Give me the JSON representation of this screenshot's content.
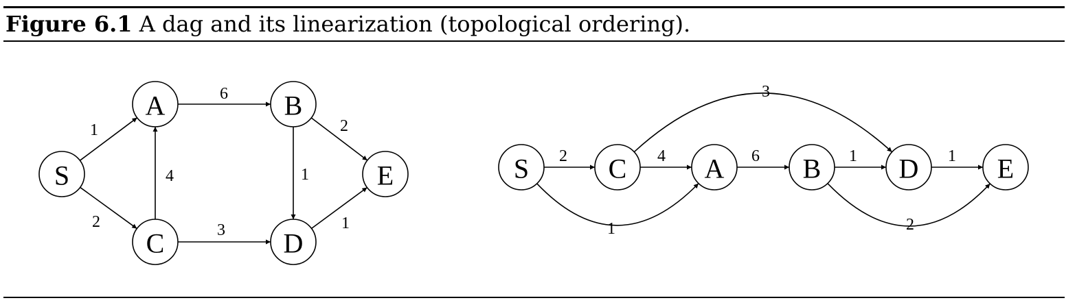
{
  "caption": {
    "prefix": "Figure 6.1",
    "text": "A dag and its linearization (topological ordering)."
  },
  "dag": {
    "nodes": [
      {
        "id": "S",
        "label": "S"
      },
      {
        "id": "A",
        "label": "A"
      },
      {
        "id": "B",
        "label": "B"
      },
      {
        "id": "C",
        "label": "C"
      },
      {
        "id": "D",
        "label": "D"
      },
      {
        "id": "E",
        "label": "E"
      }
    ],
    "edges": [
      {
        "from": "S",
        "to": "A",
        "weight": "1"
      },
      {
        "from": "S",
        "to": "C",
        "weight": "2"
      },
      {
        "from": "C",
        "to": "A",
        "weight": "4"
      },
      {
        "from": "A",
        "to": "B",
        "weight": "6"
      },
      {
        "from": "B",
        "to": "E",
        "weight": "2"
      },
      {
        "from": "B",
        "to": "D",
        "weight": "1"
      },
      {
        "from": "C",
        "to": "D",
        "weight": "3"
      },
      {
        "from": "D",
        "to": "E",
        "weight": "1"
      }
    ]
  },
  "linearization": {
    "nodes": [
      {
        "id": "S",
        "label": "S"
      },
      {
        "id": "C",
        "label": "C"
      },
      {
        "id": "A",
        "label": "A"
      },
      {
        "id": "B",
        "label": "B"
      },
      {
        "id": "D",
        "label": "D"
      },
      {
        "id": "E",
        "label": "E"
      }
    ],
    "edges": [
      {
        "from": "S",
        "to": "C",
        "weight": "2"
      },
      {
        "from": "C",
        "to": "A",
        "weight": "4"
      },
      {
        "from": "A",
        "to": "B",
        "weight": "6"
      },
      {
        "from": "B",
        "to": "D",
        "weight": "1"
      },
      {
        "from": "D",
        "to": "E",
        "weight": "1"
      },
      {
        "from": "C",
        "to": "D",
        "weight": "3"
      },
      {
        "from": "S",
        "to": "A",
        "weight": "1"
      },
      {
        "from": "B",
        "to": "E",
        "weight": "2"
      }
    ]
  }
}
